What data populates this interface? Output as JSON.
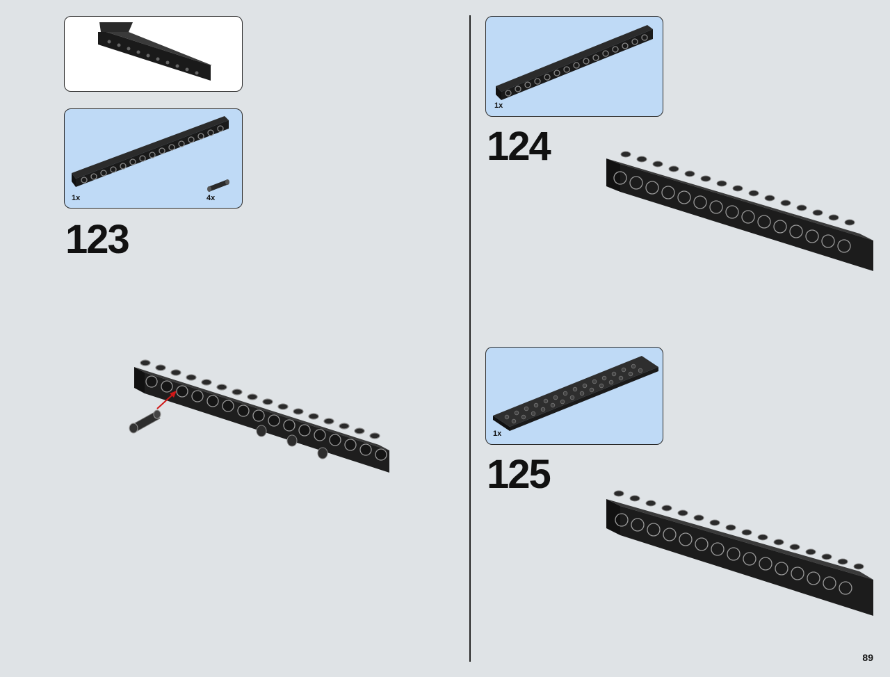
{
  "page": {
    "number": "89",
    "background": "#dfe3e6",
    "callout_blue": "#bfdaf6"
  },
  "left": {
    "subassembly_panel": {
      "icon": "black-beam-subassembly-icon"
    },
    "parts_panel_123": {
      "items": [
        {
          "qty": "1x",
          "icon": "technic-beam-1x16-icon"
        },
        {
          "qty": "4x",
          "icon": "technic-pin-icon"
        }
      ]
    },
    "step_123": {
      "number": "123"
    }
  },
  "right": {
    "parts_panel_124": {
      "items": [
        {
          "qty": "1x",
          "icon": "technic-beam-1x16-icon"
        }
      ]
    },
    "step_124": {
      "number": "124"
    },
    "parts_panel_125": {
      "items": [
        {
          "qty": "1x",
          "icon": "plate-2x16-icon"
        }
      ]
    },
    "step_125": {
      "number": "125"
    }
  }
}
